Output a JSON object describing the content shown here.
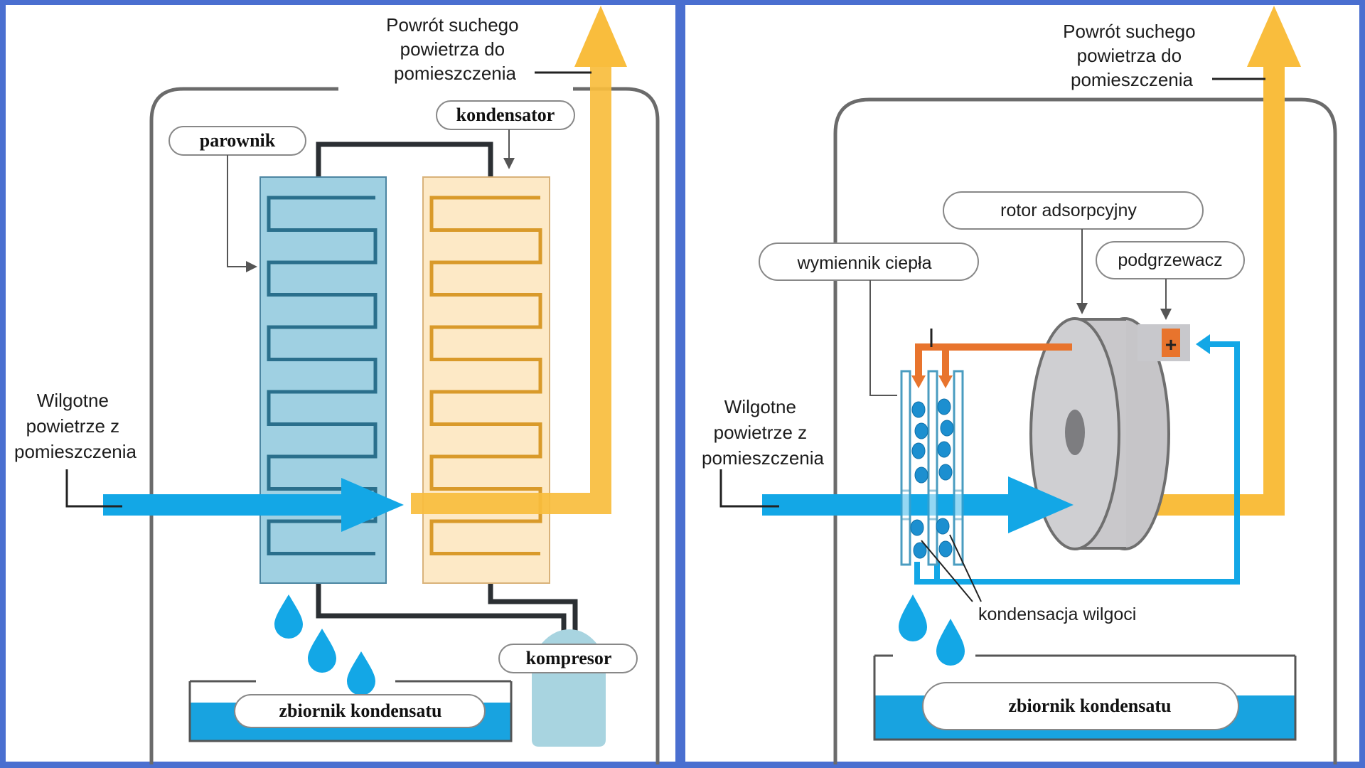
{
  "diagrams": [
    {
      "id": "compressor-dehumidifier",
      "labels": {
        "return_air": [
          "Powrót suchego",
          "powietrza do",
          "pomieszczenia"
        ],
        "humid_air": [
          "Wilgotne",
          "powietrze z",
          "pomieszczenia"
        ],
        "evaporator": "parownik",
        "condenser": "kondensator",
        "compressor": "kompresor",
        "tank": "zbiornik kondensatu"
      }
    },
    {
      "id": "adsorption-dehumidifier",
      "labels": {
        "return_air": [
          "Powrót suchego",
          "powietrza do",
          "pomieszczenia"
        ],
        "humid_air": [
          "Wilgotne",
          "powietrze z",
          "pomieszczenia"
        ],
        "rotor": "rotor adsorpcyjny",
        "heat_exchanger": "wymiennik ciepła",
        "heater": "podgrzewacz",
        "heater_symbol": "+",
        "condensation": "kondensacja wilgoci",
        "tank": "zbiornik kondensatu"
      }
    }
  ],
  "colors": {
    "frame": "#4a6fd0",
    "humid_air": "#13a7e6",
    "dry_air": "#f9bd3d",
    "evaporator_fill": "#9fd0e2",
    "evaporator_coil": "#2a6f8c",
    "condenser_fill": "#fde9c6",
    "condenser_coil": "#d99a2a",
    "water": "#18a3e0",
    "hot_air": "#e8742d",
    "rotor": "#c9c8cb",
    "casing": "#6b6b6b"
  }
}
